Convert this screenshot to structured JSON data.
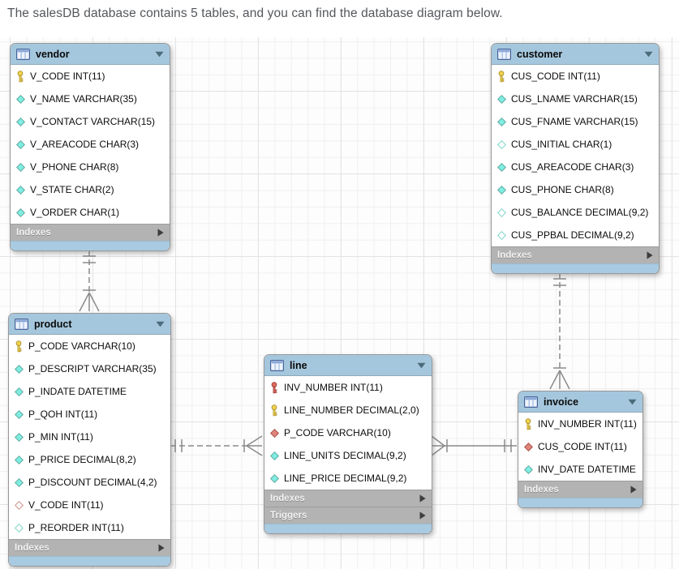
{
  "page": {
    "intro_text": "The salesDB database contains 5 tables, and you can find the database diagram below."
  },
  "colors": {
    "header_blue": "#a5c7dd",
    "strip_blue": "#a9cbe2",
    "footer_gray": "#b3b3b3",
    "connector_gray": "#8a8a8a",
    "key_yellow_fill": "#eed34f",
    "key_yellow_stroke": "#ab8f28",
    "key_red_fill": "#dd6a5f",
    "key_red_stroke": "#9c3c33",
    "diamond_cyan_fill": "#7feee2",
    "diamond_cyan_stroke": "#5fa8a0",
    "diamond_cyan_open_stroke": "#7fd2c9",
    "diamond_red_fill": "#e0857c",
    "diamond_red_stroke": "#a84f47",
    "diamond_red_open_stroke": "#cf928b"
  },
  "diagram": {
    "database_name": "salesDB",
    "table_count": 5,
    "tables": [
      {
        "id": "vendor",
        "name": "vendor",
        "columns": [
          {
            "name": "V_CODE",
            "type": "INT(11)",
            "kind": "pk"
          },
          {
            "name": "V_NAME",
            "type": "VARCHAR(35)",
            "kind": "notnull"
          },
          {
            "name": "V_CONTACT",
            "type": "VARCHAR(15)",
            "kind": "notnull"
          },
          {
            "name": "V_AREACODE",
            "type": "CHAR(3)",
            "kind": "notnull"
          },
          {
            "name": "V_PHONE",
            "type": "CHAR(8)",
            "kind": "notnull"
          },
          {
            "name": "V_STATE",
            "type": "CHAR(2)",
            "kind": "notnull"
          },
          {
            "name": "V_ORDER",
            "type": "CHAR(1)",
            "kind": "notnull"
          }
        ],
        "sections": [
          "Indexes"
        ]
      },
      {
        "id": "customer",
        "name": "customer",
        "columns": [
          {
            "name": "CUS_CODE",
            "type": "INT(11)",
            "kind": "pk"
          },
          {
            "name": "CUS_LNAME",
            "type": "VARCHAR(15)",
            "kind": "notnull"
          },
          {
            "name": "CUS_FNAME",
            "type": "VARCHAR(15)",
            "kind": "notnull"
          },
          {
            "name": "CUS_INITIAL",
            "type": "CHAR(1)",
            "kind": "null"
          },
          {
            "name": "CUS_AREACODE",
            "type": "CHAR(3)",
            "kind": "notnull"
          },
          {
            "name": "CUS_PHONE",
            "type": "CHAR(8)",
            "kind": "notnull"
          },
          {
            "name": "CUS_BALANCE",
            "type": "DECIMAL(9,2)",
            "kind": "null"
          },
          {
            "name": "CUS_PPBAL",
            "type": "DECIMAL(9,2)",
            "kind": "null"
          }
        ],
        "sections": [
          "Indexes"
        ]
      },
      {
        "id": "product",
        "name": "product",
        "columns": [
          {
            "name": "P_CODE",
            "type": "VARCHAR(10)",
            "kind": "pk"
          },
          {
            "name": "P_DESCRIPT",
            "type": "VARCHAR(35)",
            "kind": "notnull"
          },
          {
            "name": "P_INDATE",
            "type": "DATETIME",
            "kind": "notnull"
          },
          {
            "name": "P_QOH",
            "type": "INT(11)",
            "kind": "notnull"
          },
          {
            "name": "P_MIN",
            "type": "INT(11)",
            "kind": "notnull"
          },
          {
            "name": "P_PRICE",
            "type": "DECIMAL(8,2)",
            "kind": "notnull"
          },
          {
            "name": "P_DISCOUNT",
            "type": "DECIMAL(4,2)",
            "kind": "notnull"
          },
          {
            "name": "V_CODE",
            "type": "INT(11)",
            "kind": "fk_null"
          },
          {
            "name": "P_REORDER",
            "type": "INT(11)",
            "kind": "null"
          }
        ],
        "sections": [
          "Indexes"
        ]
      },
      {
        "id": "line",
        "name": "line",
        "columns": [
          {
            "name": "INV_NUMBER",
            "type": "INT(11)",
            "kind": "pkfk"
          },
          {
            "name": "LINE_NUMBER",
            "type": "DECIMAL(2,0)",
            "kind": "pk"
          },
          {
            "name": "P_CODE",
            "type": "VARCHAR(10)",
            "kind": "fk_notnull"
          },
          {
            "name": "LINE_UNITS",
            "type": "DECIMAL(9,2)",
            "kind": "notnull"
          },
          {
            "name": "LINE_PRICE",
            "type": "DECIMAL(9,2)",
            "kind": "notnull"
          }
        ],
        "sections": [
          "Indexes",
          "Triggers"
        ]
      },
      {
        "id": "invoice",
        "name": "invoice",
        "columns": [
          {
            "name": "INV_NUMBER",
            "type": "INT(11)",
            "kind": "pk"
          },
          {
            "name": "CUS_CODE",
            "type": "INT(11)",
            "kind": "fk_notnull"
          },
          {
            "name": "INV_DATE",
            "type": "DATETIME",
            "kind": "notnull"
          }
        ],
        "sections": [
          "Indexes"
        ]
      }
    ],
    "relationships": [
      {
        "from": "vendor",
        "to": "product",
        "type": "one-to-many",
        "identifying": false,
        "line_style": "dashed"
      },
      {
        "from": "customer",
        "to": "invoice",
        "type": "one-to-many",
        "identifying": false,
        "line_style": "dashed"
      },
      {
        "from": "product",
        "to": "line",
        "type": "one-to-many",
        "identifying": false,
        "line_style": "dashed"
      },
      {
        "from": "invoice",
        "to": "line",
        "type": "one-to-many",
        "identifying": true,
        "line_style": "solid"
      }
    ]
  }
}
